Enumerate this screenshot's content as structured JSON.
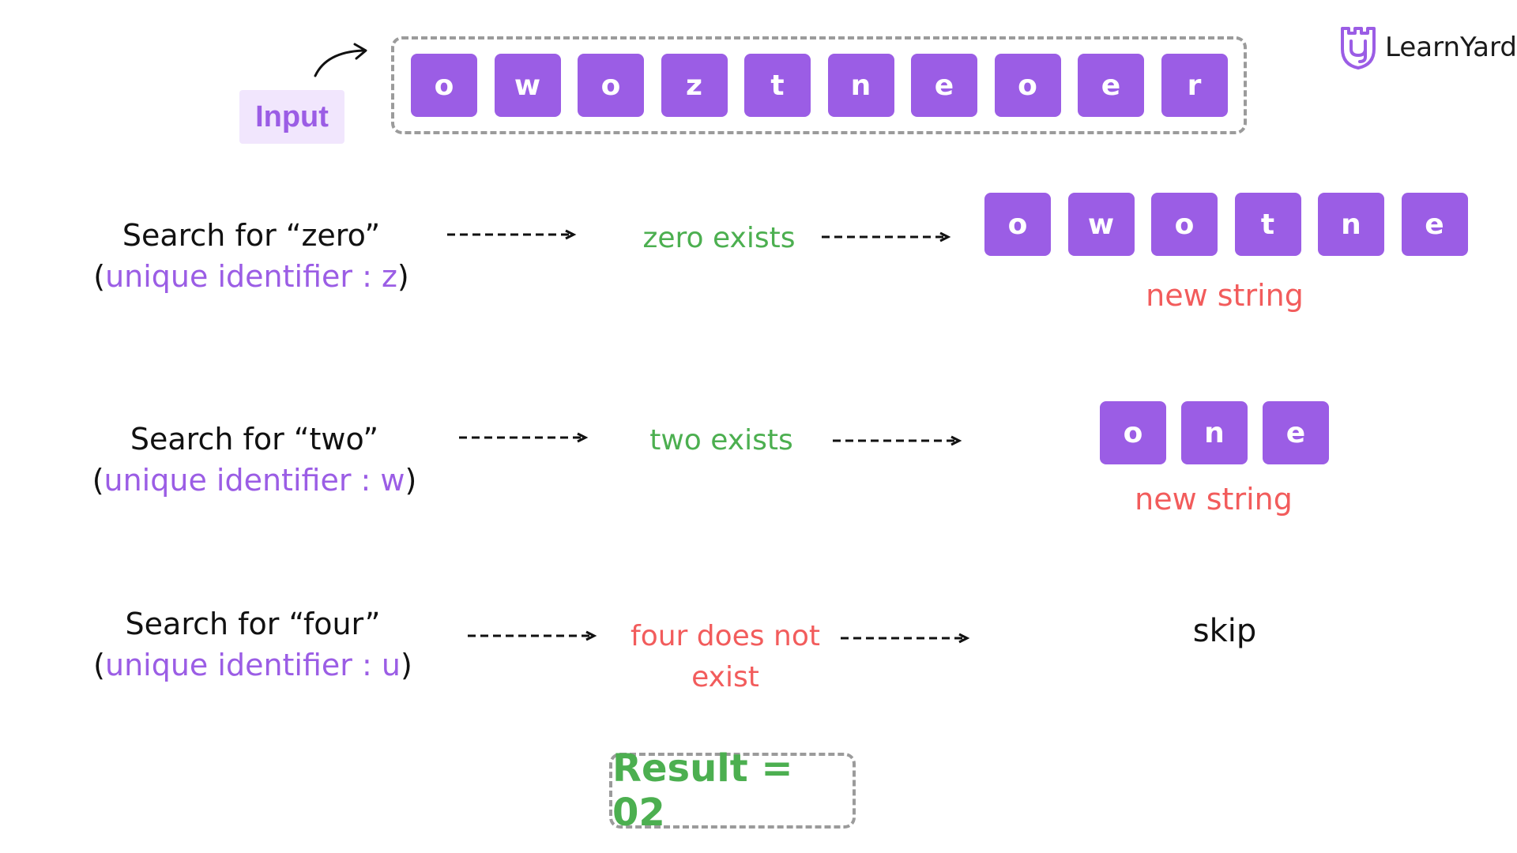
{
  "colors": {
    "tile": "#9b5de5",
    "purple_text": "#9b5de5",
    "green": "#4caf50",
    "red": "#f25c5c",
    "black": "#111111"
  },
  "brand": {
    "name": "LearnYard",
    "icon": "learnyard-logo-icon"
  },
  "input": {
    "label": "Input",
    "letters": [
      "o",
      "w",
      "o",
      "z",
      "t",
      "n",
      "e",
      "o",
      "e",
      "r"
    ]
  },
  "steps": [
    {
      "search": "Search for “zero”",
      "open": "(",
      "identifier": "unique identifier : z",
      "close": ")",
      "status": "zero exists",
      "status_color": "green",
      "outcome": {
        "letters": [
          "o",
          "w",
          "o",
          "t",
          "n",
          "e"
        ],
        "caption": "new string"
      }
    },
    {
      "search": "Search for “two”",
      "open": "(",
      "identifier": "unique identifier : w",
      "close": ")",
      "status": "two exists",
      "status_color": "green",
      "outcome": {
        "letters": [
          "o",
          "n",
          "e"
        ],
        "caption": "new string"
      }
    },
    {
      "search": "Search for “four”",
      "open": "(",
      "identifier": "unique identifier : u",
      "close": ")",
      "status_line1": "four does not",
      "status_line2": "exist",
      "status_color": "red",
      "outcome": {
        "text": "skip"
      }
    }
  ],
  "result": "Result = 02"
}
